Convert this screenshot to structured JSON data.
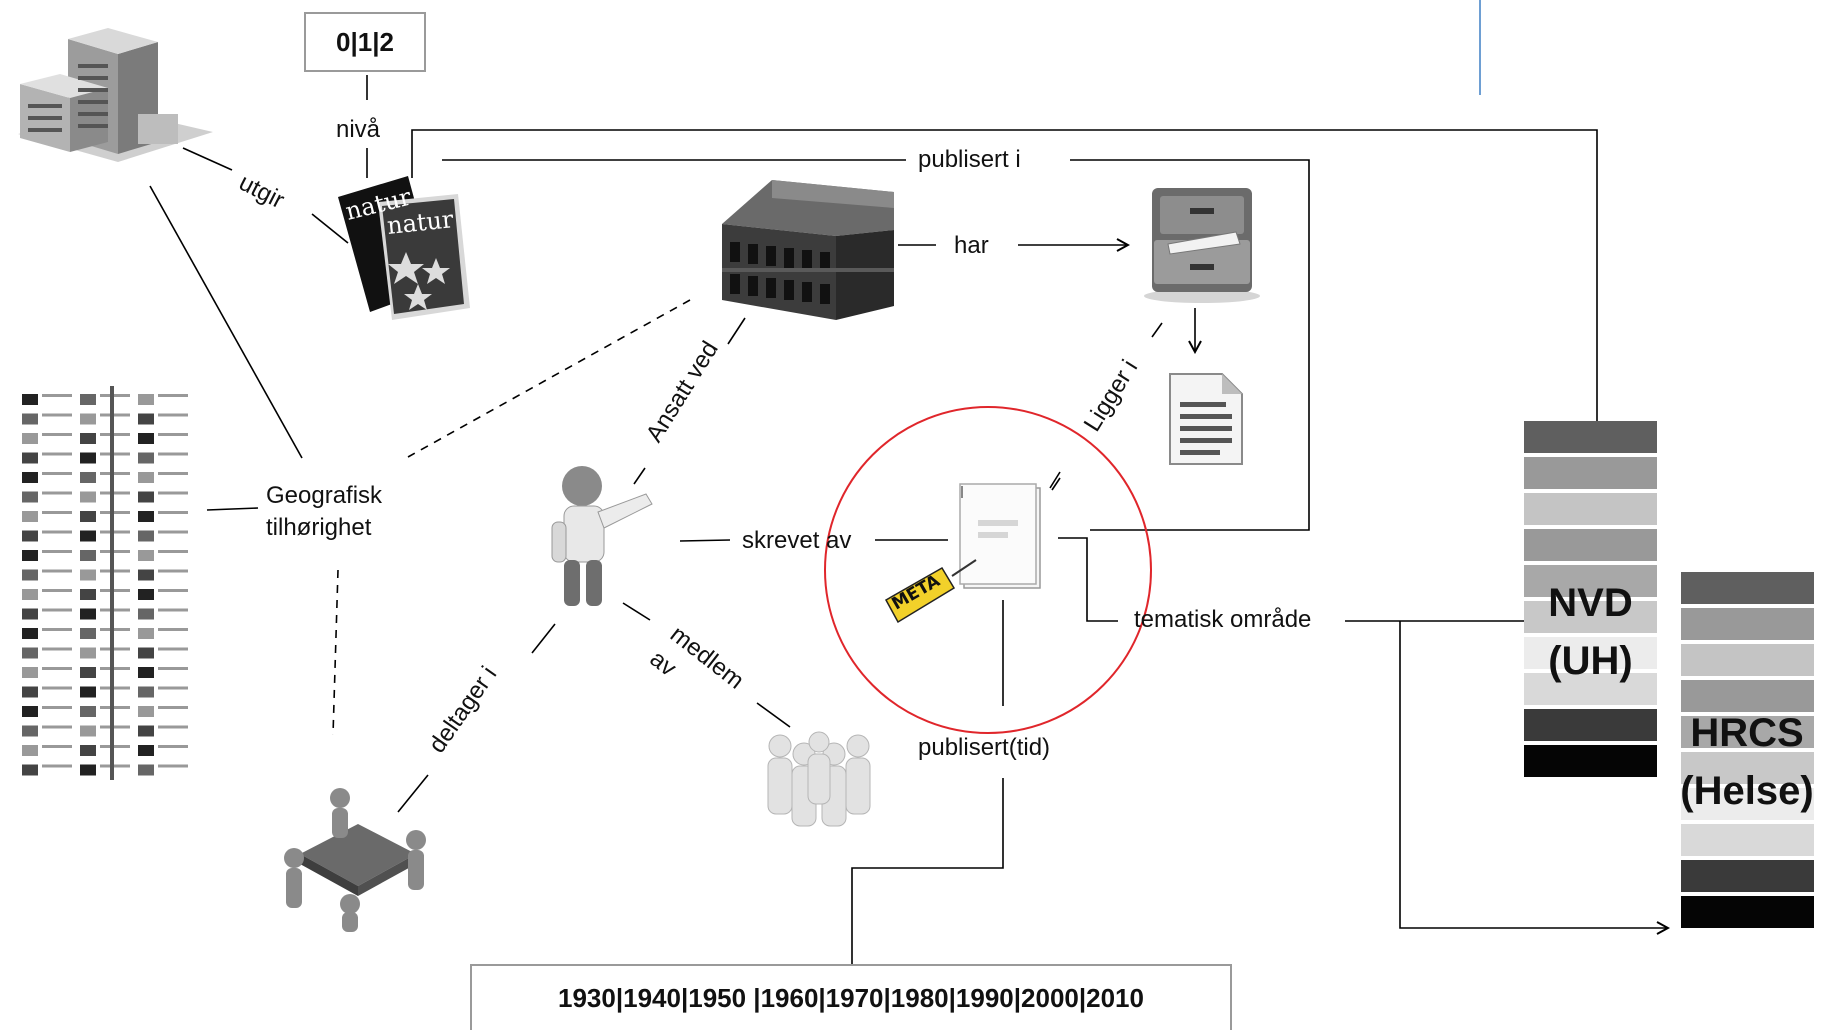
{
  "diagram": {
    "level_box": "0|1|2",
    "timeline_box": "1930|1940|1950  |1960|1970|1980|1990|2000|2010",
    "labels": {
      "niva": "nivå",
      "utgir": "utgir",
      "publisert_i": "publisert i",
      "har": "har",
      "ansatt_ved": "Ansatt ved",
      "ligger_i": "Ligger i",
      "geografisk_line1": "Geografisk",
      "geografisk_line2": "tilhørighet",
      "skrevet_av": "skrevet av",
      "medlem": "medlem",
      "av": "av",
      "deltager_i": "deltager i",
      "tematisk_omrade": "tematisk område",
      "publisert_tid": "publisert(tid)"
    },
    "nvd": {
      "line1": "NVD",
      "line2": "(UH)"
    },
    "hrcs": {
      "line1": "HRCS",
      "line2": "(Helse)"
    },
    "stack_colors": [
      "#5f5f5f",
      "#999999",
      "#c4c4c4",
      "#999999",
      "#a8a8a8",
      "#c8c8c8",
      "#ececec",
      "#d9d9d9",
      "#3a3a3a",
      "#050505"
    ],
    "journal_text": "natur",
    "meta_tag": "META",
    "highlight_color": "#e0262b"
  }
}
